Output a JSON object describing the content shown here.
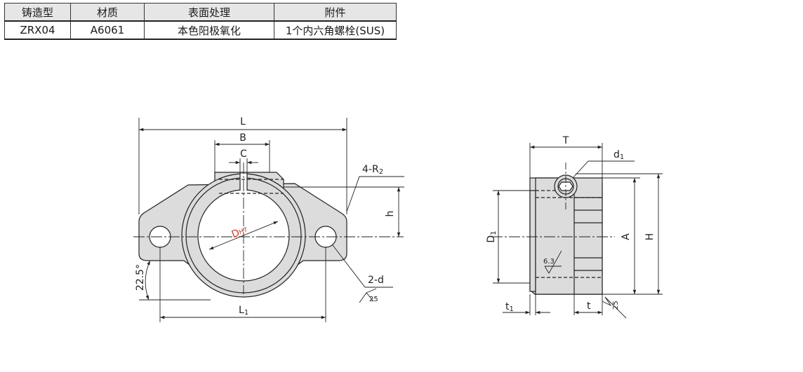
{
  "table": {
    "headers": [
      "铸造型",
      "材质",
      "表面处理",
      "附件"
    ],
    "row": [
      "ZRX04",
      "A6061",
      "本色阳极氧化",
      "1个内六角螺栓(SUS)"
    ]
  },
  "front_view": {
    "dim_L": "L",
    "dim_B": "B",
    "dim_C": "C",
    "dim_R": "4-R",
    "dim_R_sub": "2",
    "dim_h": "h",
    "dim_D": "D",
    "dim_D_sub": "H7",
    "dim_L1": "L",
    "dim_L1_sub": "1",
    "dim_angle": "22.5°",
    "dim_holes": "2-d",
    "roughness": "25"
  },
  "side_view": {
    "dim_T": "T",
    "dim_d1": "d",
    "dim_d1_sub": "1",
    "dim_D1": "D",
    "dim_D1_sub": "1",
    "dim_A": "A",
    "dim_H": "H",
    "dim_t1": "t",
    "dim_t1_sub": "1",
    "dim_t": "t",
    "roughness_inner": "6.3",
    "roughness_outer": "25"
  },
  "colors": {
    "part_fill": "#dcdcdc",
    "line": "#222222",
    "accent_red": "#d03a2a"
  }
}
